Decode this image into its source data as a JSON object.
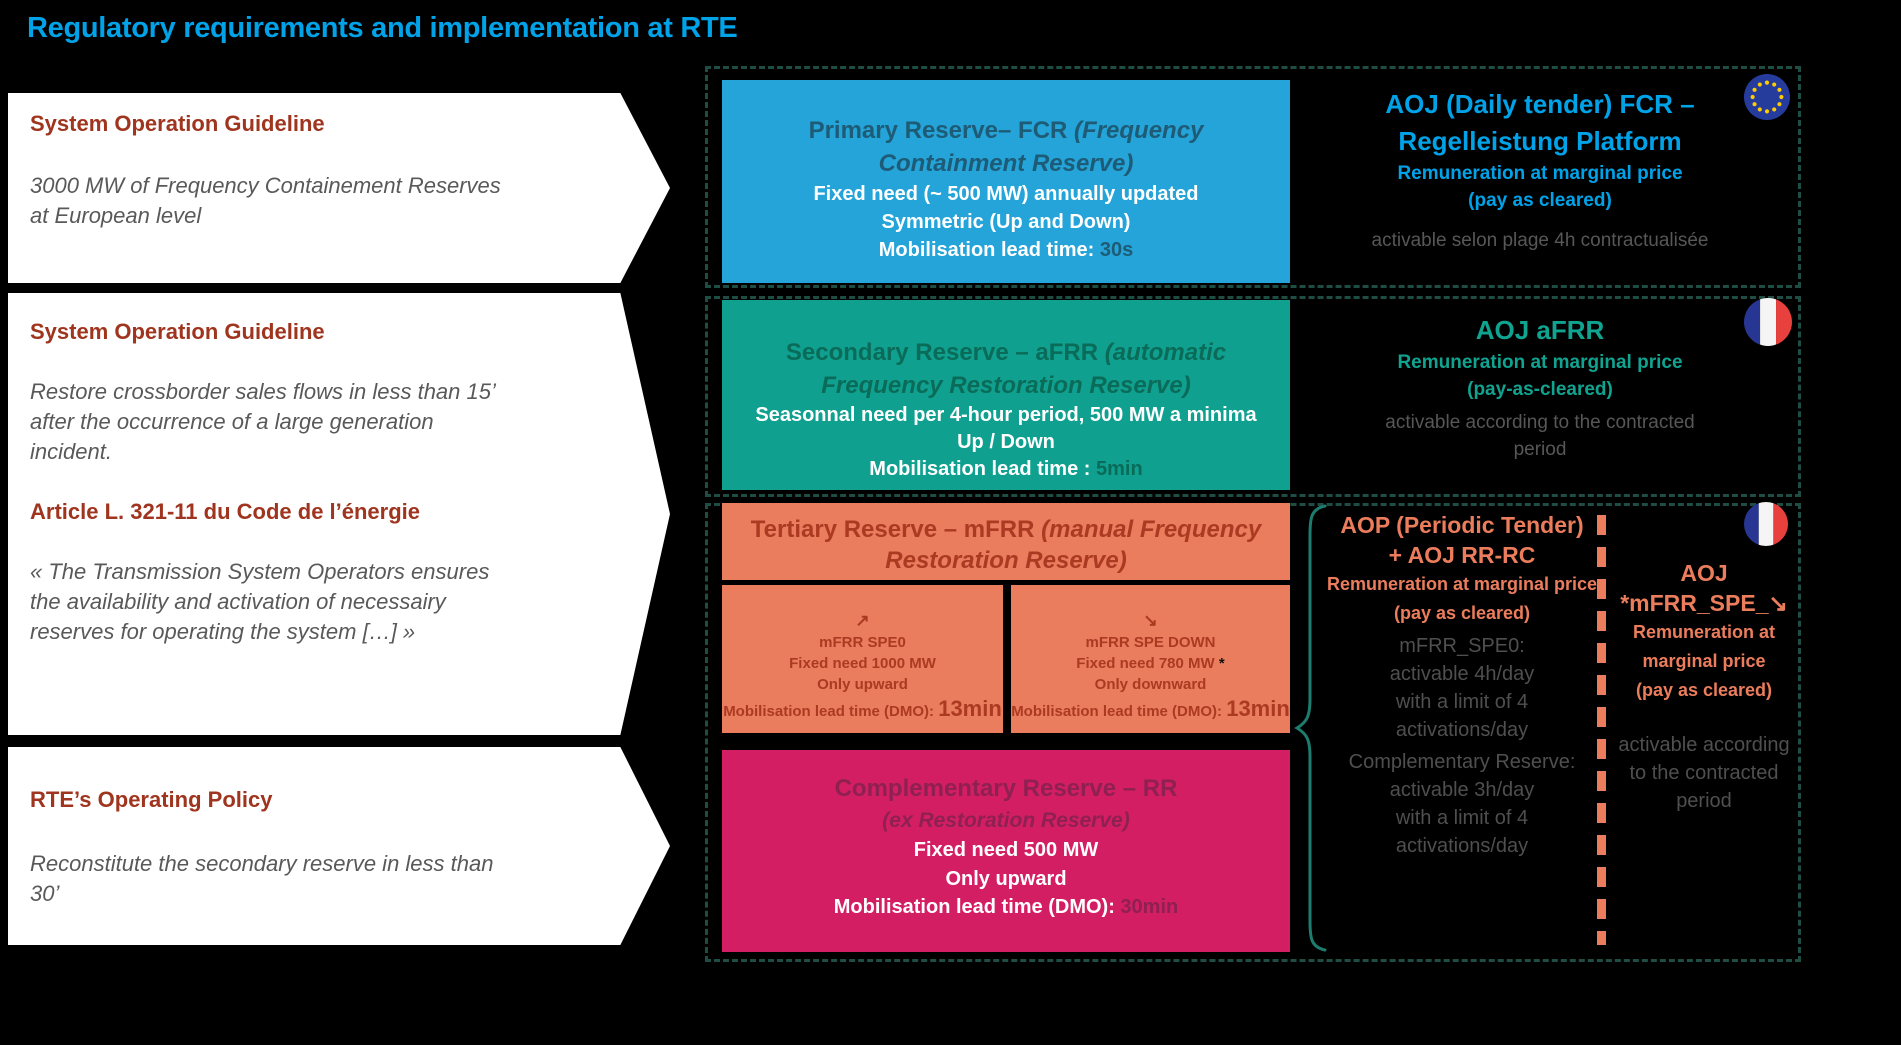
{
  "title": "Regulatory requirements and implementation at RTE",
  "left_panels": [
    {
      "heading": "System Operation Guideline",
      "body": "3000 MW of  Frequency Containement Reserves at European level"
    },
    {
      "heading": "System Operation Guideline",
      "body": "Restore crossborder sales flows in less than 15’ after the occurrence of a large generation incident.",
      "heading2": "Article L. 321-11 du Code de l’énergie",
      "quote": "« The Transmission System Operators ensures the availability and activation of necessairy reserves for operating the system […] »"
    },
    {
      "heading": "RTE’s Operating Policy",
      "body": "Reconstitute the secondary reserve in less than 30’"
    }
  ],
  "reserves": {
    "fcr": {
      "title": "Primary Reserve– FCR ",
      "subtitle": "(Frequency Containment Reserve)",
      "line1": "Fixed need (~ 500 MW) annually updated",
      "line2": "Symmetric (Up and Down)",
      "lead_label": "Mobilisation lead time: ",
      "lead_value": "30s"
    },
    "afrr": {
      "title": "Secondary Reserve – aFRR ",
      "subtitle": "(automatic Frequency Restoration Reserve)",
      "line1": "Seasonnal need per 4-hour period, 500 MW a minima",
      "line2": "Up / Down",
      "lead_label": "Mobilisation lead time : ",
      "lead_value": "5min"
    },
    "mfrr": {
      "title": "Tertiary Reserve – mFRR ",
      "subtitle": "(manual Frequency Restoration Reserve)",
      "spe0": {
        "arrow": "↗",
        "name": "mFRR SPE0",
        "need": "Fixed need 1000 MW",
        "direction": "Only upward",
        "lead_label": "Mobilisation lead time (DMO): ",
        "lead_value": "13min"
      },
      "spe_down": {
        "arrow": "↘",
        "name": "mFRR SPE DOWN",
        "need": "Fixed need 780 MW ",
        "need_mark": "*",
        "direction": "Only downward",
        "lead_label": "Mobilisation lead time (DMO): ",
        "lead_value": "13min"
      }
    },
    "rr": {
      "title": "Complementary Reserve – RR",
      "subtitle": "(ex Restoration Reserve)",
      "line1": "Fixed need  500 MW",
      "line2": "Only upward",
      "lead_label": "Mobilisation lead time (DMO): ",
      "lead_value": "30min"
    }
  },
  "market": {
    "fcr": {
      "title1": "AOJ (Daily tender) FCR –",
      "title2": "Regelleistung Platform",
      "remun1": "Remuneration at marginal price",
      "remun2": "(pay as cleared)",
      "note": "activable selon plage 4h contractualisée",
      "flag": "eu-flag"
    },
    "afrr": {
      "title": "AOJ aFRR",
      "remun1": "Remuneration at marginal price",
      "remun2": "(pay-as-cleared)",
      "note": "activable according to the contracted period",
      "flag": "fr-flag"
    },
    "aop": {
      "title1": "AOP (Periodic Tender)",
      "title2": "+ AOJ RR-RC",
      "remun1": "Remuneration at marginal price",
      "remun2": "(pay as cleared)",
      "note1": [
        "mFRR_SPE0:",
        "activable 4h/day",
        "with a limit of  4",
        "activations/day"
      ],
      "note2": [
        "Complementary Reserve:",
        "activable 3h/day",
        "with a limit of 4",
        "activations/day"
      ]
    },
    "aoj_spe": {
      "title1": "AOJ",
      "title2": "*mFRR_SPE_↘",
      "remun1": "Remuneration at",
      "remun2": "marginal price",
      "remun3": "(pay as cleared)",
      "note": "activable according to the contracted period",
      "flag": "fr-flag"
    }
  },
  "colors": {
    "title_blue": "#00A2E8",
    "heading_red": "#A0351F",
    "body_gray": "#595959",
    "fcr_box": "#24A4D8",
    "fcr_dark": "#1E5B76",
    "afrr_box": "#10A090",
    "afrr_dark": "#0A6B58",
    "mfrr_box": "#E97D5D",
    "mfrr_dark": "#AC3A22",
    "rr_box": "#D41E63",
    "rr_dark": "#8E2052",
    "dashed_border": "#1F4D44",
    "salmon_text": "#EC7D5C",
    "right_gray": "#4F4F4F",
    "brace_teal": "#1D7C6D",
    "eu_blue": "#263C9C",
    "star_yellow": "#FFCC00",
    "fr_blue": "#283693",
    "fr_red": "#E8403C"
  }
}
